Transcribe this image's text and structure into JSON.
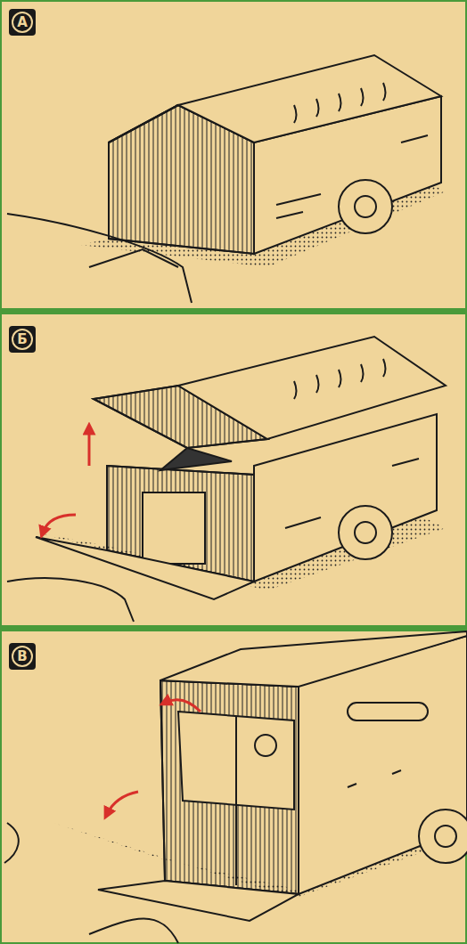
{
  "diagram": {
    "nodes": [
      {
        "text": [
          "А"
        ]
      },
      {
        "text": [
          "Б"
        ]
      },
      {
        "text": [
          "В"
        ]
      }
    ]
  }
}
